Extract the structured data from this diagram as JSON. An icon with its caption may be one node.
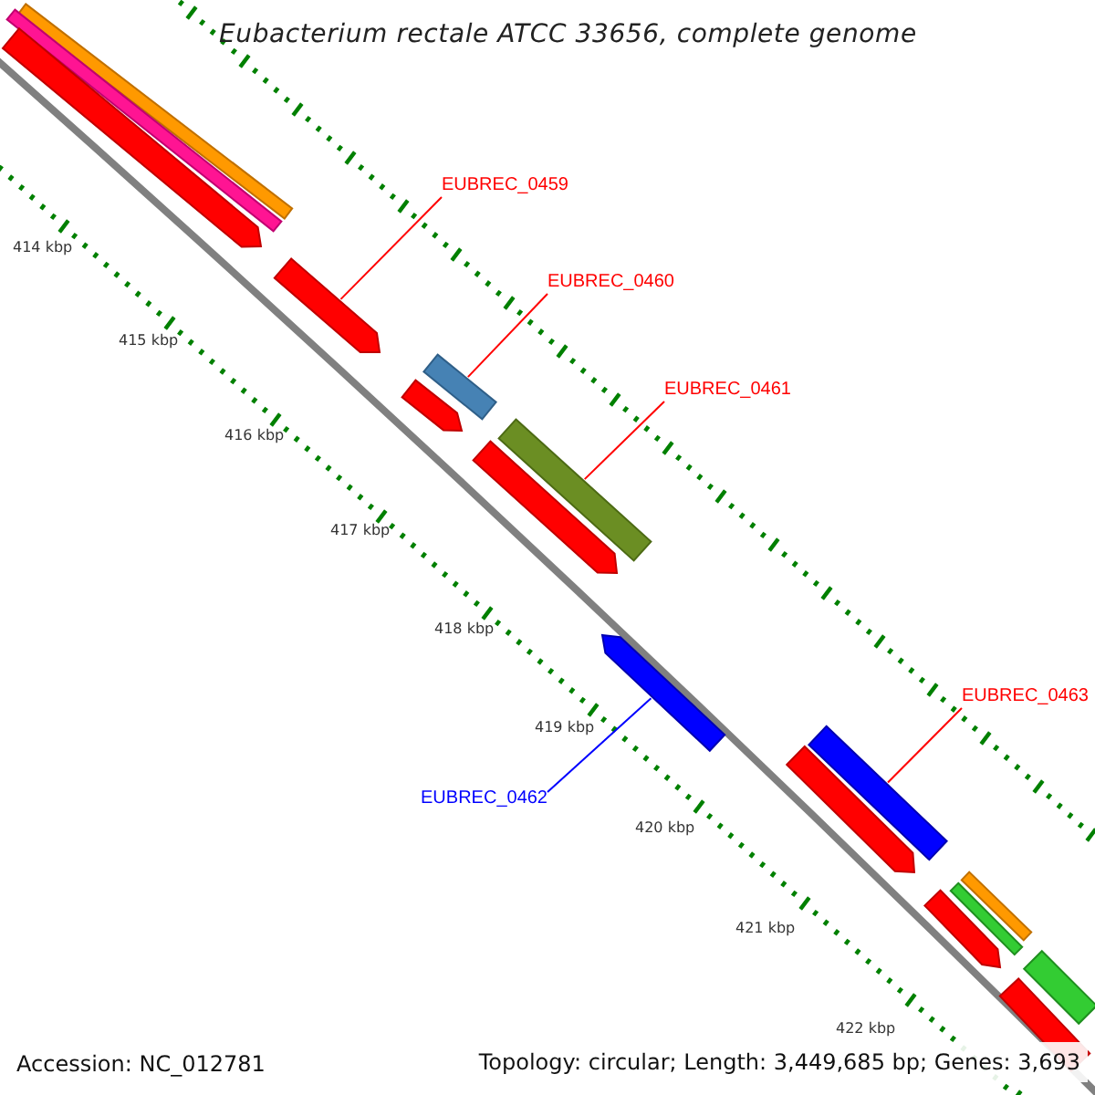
{
  "diagram": {
    "title": "Eubacterium rectale ATCC 33656, complete genome",
    "nodes": [
      {
        "text": [
          "EUBREC_0459"
        ]
      },
      {
        "text": [
          "EUBREC_0460"
        ]
      },
      {
        "text": [
          "EUBREC_0461"
        ]
      },
      {
        "text": [
          "EUBREC_0463"
        ]
      },
      {
        "text": [
          "EUBREC_0462"
        ]
      },
      {
        "text": [],
        "shape": "bar"
      },
      {
        "text": [],
        "shape": "bar"
      },
      {
        "text": [],
        "shape": "bar"
      },
      {
        "text": [],
        "shape": "bar"
      },
      {
        "text": [],
        "shape": "bar"
      }
    ],
    "edges": [
      {
        "from": 0,
        "to": 5,
        "arrow": "none"
      },
      {
        "from": 1,
        "to": 6,
        "arrow": "none"
      },
      {
        "from": 2,
        "to": 7,
        "arrow": "none"
      },
      {
        "from": 3,
        "to": 9,
        "arrow": "none"
      },
      {
        "from": 4,
        "to": 8,
        "arrow": "none",
        "color": "#0000ff"
      }
    ],
    "labels": [
      "414 kbp",
      "415 kbp",
      "416 kbp",
      "417 kbp",
      "418 kbp",
      "419 kbp",
      "420 kbp",
      "421 kbp",
      "422 kbp",
      "Accession: NC_012781",
      "Topology: circular; Length: 3,449,685 bp; Genes: 3,693"
    ]
  }
}
